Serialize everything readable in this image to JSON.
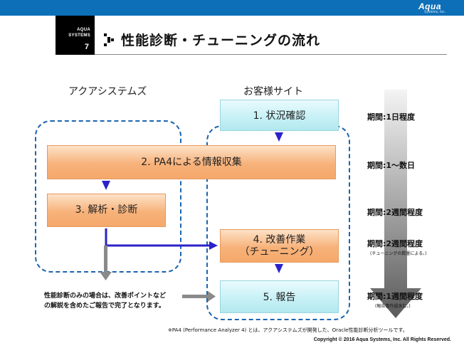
{
  "brand": {
    "logo_text": "Aqua",
    "logo_sub": "Systems, Inc."
  },
  "header": {
    "company_line1": "AQUA",
    "company_line2": "SYSTEMS",
    "page_number": "7",
    "title": "性能診断・チューニングの流れ"
  },
  "columns": {
    "left": "アクアシステムズ",
    "right": "お客様サイト"
  },
  "steps": {
    "s1": "1. 状況確認",
    "s2": "2. PA4による情報収集",
    "s3": "3. 解析・診断",
    "s4_line1": "4. 改善作業",
    "s4_line2": "（チューニング）",
    "s5": "5. 報告"
  },
  "periods": {
    "p1": "期間:1日程度",
    "p2": "期間:1～数日",
    "p3": "期間:2週間程度",
    "p4": "期間:2週間程度",
    "p4_note": "(チューニングの数量による。)",
    "p5": "期間:1週間程度",
    "p5_note": "(報告書作成含む。)"
  },
  "left_note": {
    "line1": "性能診断のみの場合は、改善ポイントなど",
    "line2": "の解説を含めたご報告で完了となります。"
  },
  "footnote": "※PA4 (Performance Analyzer 4) とは、アクアシステムズが開発した、Oracle性能診断分析ツールです。",
  "copyright": "Copyright © 2016  Aqua  Systems, Inc. All  Rights  Reserved.",
  "colors": {
    "brand_blue": "#0d6fb8",
    "flow_arrow": "#2b22c9",
    "dashed_border": "#1c64b0"
  }
}
